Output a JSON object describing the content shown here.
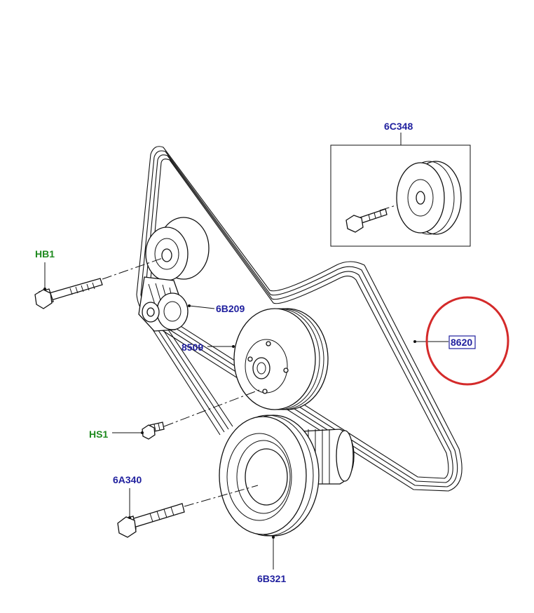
{
  "labels": {
    "hb1": "HB1",
    "b6_209": "6B209",
    "p8509": "8509",
    "hs1": "HS1",
    "a6_340": "6A340",
    "b6_321": "6B321",
    "c6_348": "6C348",
    "p8620": "8620"
  },
  "colors": {
    "part_number": "#1f1f9e",
    "fixing_code": "#1e8a1e",
    "highlight_circle": "#d42a2a",
    "line": "#111111"
  },
  "highlight": {
    "target": "8620"
  }
}
